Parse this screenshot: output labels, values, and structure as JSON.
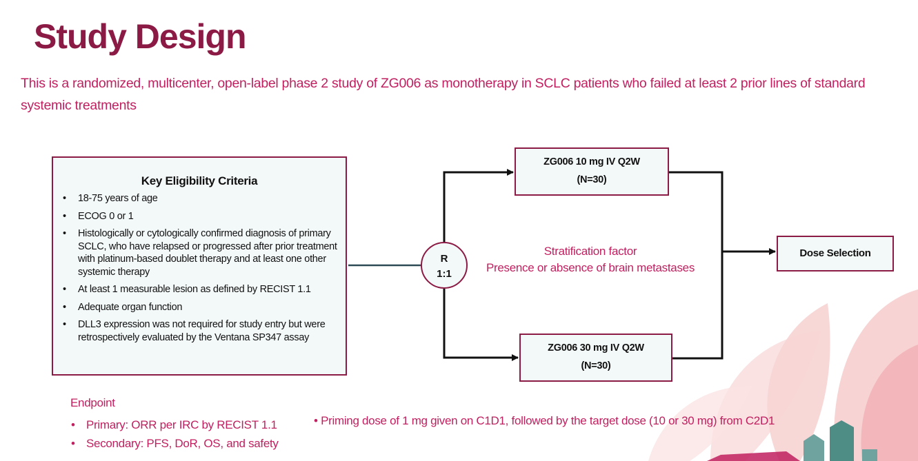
{
  "title": "Study Design",
  "subtitle": "This is a randomized, multicenter, open-label phase 2 study of ZG006 as monotherapy in SCLC patients who failed at least 2 prior lines of standard systemic treatments",
  "eligibility": {
    "title": "Key Eligibility Criteria",
    "items": [
      "18-75 years of age",
      "ECOG 0 or 1",
      "Histologically or cytologically confirmed diagnosis of primary SCLC, who have relapsed or progressed after prior treatment with platinum-based doublet therapy and at least one other systemic therapy",
      "At least 1 measurable lesion as defined by RECIST 1.1",
      "Adequate organ function",
      "DLL3 expression was not required for study entry but were retrospectively evaluated by the Ventana SP347 assay"
    ]
  },
  "randomization": {
    "line1": "R",
    "line2": "1:1"
  },
  "arms": [
    {
      "label": "ZG006 10 mg IV Q2W",
      "n": "(N=30)"
    },
    {
      "label": "ZG006 30 mg IV Q2W",
      "n": "(N=30)"
    }
  ],
  "stratification": {
    "line1": "Stratification factor",
    "line2": "Presence or absence of brain metastases"
  },
  "dose_selection": "Dose Selection",
  "endpoint": {
    "title": "Endpoint",
    "primary": "Primary: ORR per IRC by RECIST 1.1",
    "secondary": "Secondary: PFS, DoR, OS, and safety"
  },
  "priming_note": "• Priming dose of 1 mg given on C1D1, followed by the target dose (10 or 30 mg) from C2D1",
  "colors": {
    "title": "#8b1a45",
    "accent": "#c0205f",
    "box_fill": "#f3f8f8",
    "connector": "#111111",
    "left_connector": "#2b4a55"
  }
}
